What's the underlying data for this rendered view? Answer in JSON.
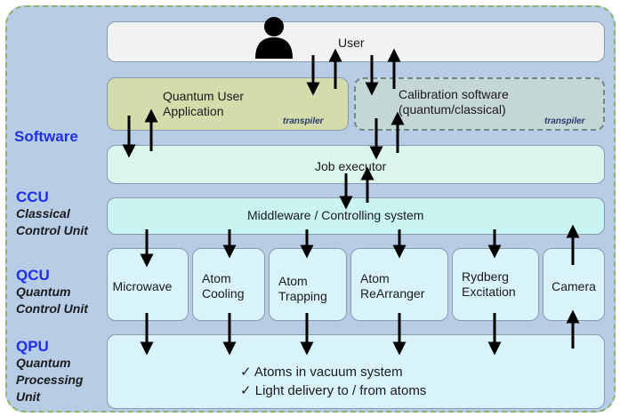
{
  "layers": {
    "user": "User",
    "quantum_app_line1": "Quantum User",
    "quantum_app_line2": "Application",
    "calibration_line1": "Calibration software",
    "calibration_line2": "(quantum/classical)",
    "transpiler_left": "transpiler",
    "transpiler_right": "transpiler",
    "job_executor": "Job executor",
    "middleware": "Middleware / Controlling system"
  },
  "qcu_units": [
    {
      "line1": "Microwave",
      "line2": ""
    },
    {
      "line1": "Atom",
      "line2": "Cooling"
    },
    {
      "line1": "Atom",
      "line2": "Trapping"
    },
    {
      "line1": "Atom",
      "line2": "ReArranger"
    },
    {
      "line1": "Rydberg",
      "line2": "Excitation"
    },
    {
      "line1": "Camera",
      "line2": ""
    }
  ],
  "qpu": {
    "bullet1": "✓  Atoms in vacuum system",
    "bullet2": "✓  Light delivery to / from atoms"
  },
  "side_labels": {
    "software": "Software",
    "ccu_abbr": "CCU",
    "ccu_l1": "Classical",
    "ccu_l2": "Control Unit",
    "qcu_abbr": "QCU",
    "qcu_l1": "Quantum",
    "qcu_l2": "Control Unit",
    "qpu_abbr": "QPU",
    "qpu_l1": "Quantum",
    "qpu_l2": "Processing",
    "qpu_l3": "Unit"
  },
  "colors": {
    "accent_label": "#1f2fe8",
    "background": "#b7cde6",
    "border_dashed": "#8cb36d"
  },
  "icons": [
    "user-icon",
    "checkmark-icon"
  ]
}
